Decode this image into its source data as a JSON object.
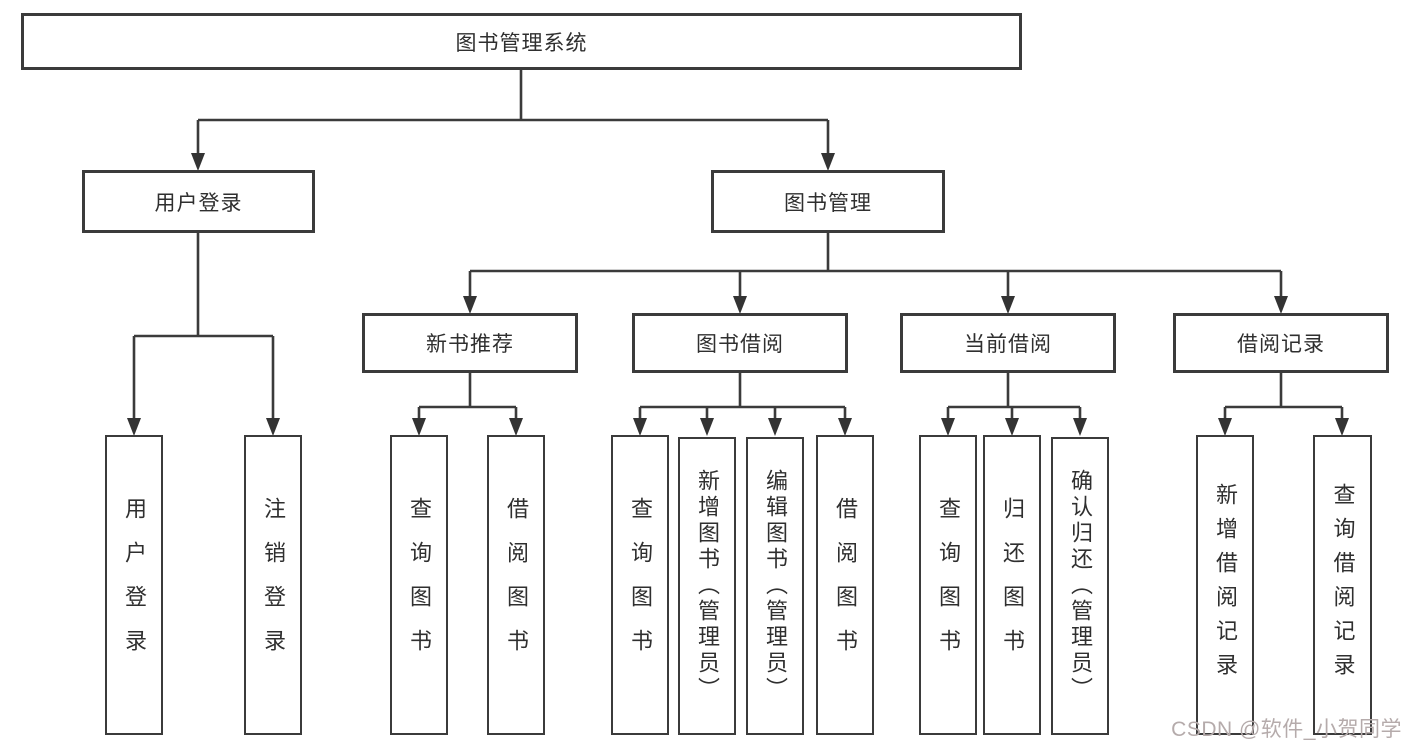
{
  "tree": {
    "root": "图书管理系统",
    "level2": [
      "用户登录",
      "图书管理"
    ],
    "level3": [
      "新书推荐",
      "图书借阅",
      "当前借阅",
      "借阅记录"
    ],
    "leaves": {
      "user_login": [
        "用户登录",
        "注销登录"
      ],
      "new_books": [
        "查询图书",
        "借阅图书"
      ],
      "book_borrow": [
        "查询图书",
        "新增图书（管理员）",
        "编辑图书（管理员）",
        "借阅图书"
      ],
      "current_borrow": [
        "查询图书",
        "归还图书",
        "确认归还（管理员）"
      ],
      "borrow_records": [
        "新增借阅记录",
        "查询借阅记录"
      ]
    }
  },
  "watermark": {
    "text": "CSDN @软件_小贺同学"
  },
  "colors": {
    "line": "#3b3b3b",
    "text": "#2f2f2f",
    "box_background": "#ffffff",
    "watermark": "#b5abab"
  }
}
